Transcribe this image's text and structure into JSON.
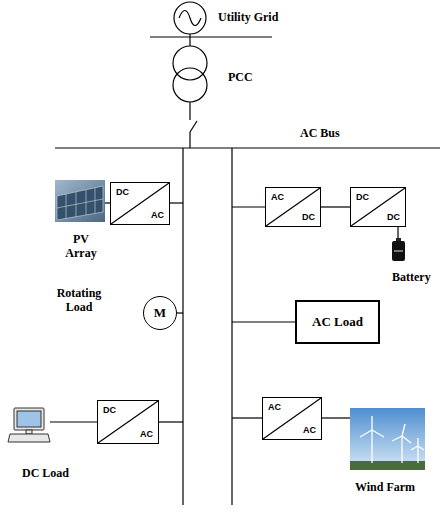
{
  "diagram": {
    "nodes": [
      {
        "text": [
          "DC",
          "AC"
        ]
      },
      {
        "text": [
          "AC",
          "DC"
        ]
      },
      {
        "text": [
          "DC",
          "DC"
        ]
      },
      {
        "text": [
          "M"
        ]
      },
      {
        "text": [
          "AC Load"
        ]
      },
      {
        "text": [
          "DC",
          "AC"
        ]
      },
      {
        "text": [
          "AC",
          "AC"
        ]
      }
    ],
    "edges": [
      {
        "from": 1,
        "to": 2,
        "arrow": "none"
      }
    ],
    "labels": [
      "Utility Grid",
      "PCC",
      "AC Bus",
      "PV Array",
      "Battery",
      "Rotating Load",
      "DC Load",
      "Wind Farm"
    ]
  }
}
